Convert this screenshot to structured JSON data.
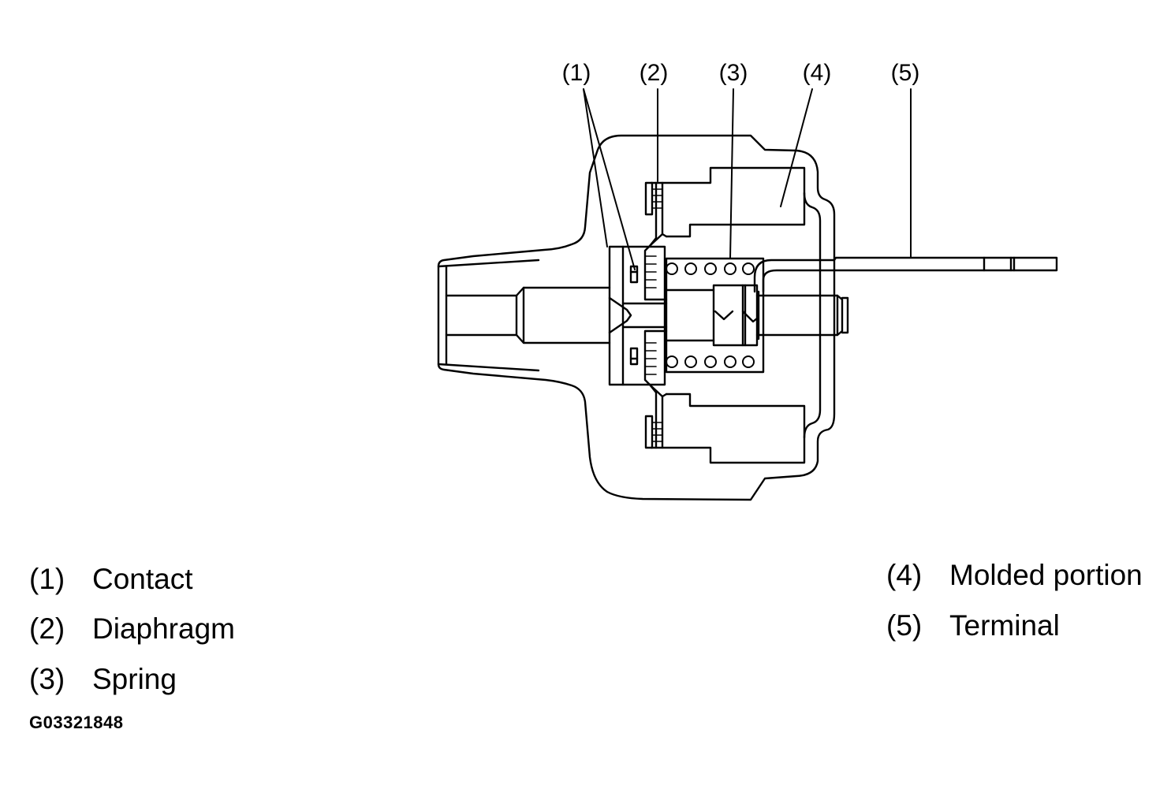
{
  "callouts": [
    "(1)",
    "(2)",
    "(3)",
    "(4)",
    "(5)"
  ],
  "legend": {
    "left": [
      {
        "num": "(1)",
        "label": "Contact"
      },
      {
        "num": "(2)",
        "label": "Diaphragm"
      },
      {
        "num": "(3)",
        "label": "Spring"
      }
    ],
    "right": [
      {
        "num": "(4)",
        "label": "Molded portion"
      },
      {
        "num": "(5)",
        "label": "Terminal"
      }
    ]
  },
  "figure_id": "G03321848"
}
